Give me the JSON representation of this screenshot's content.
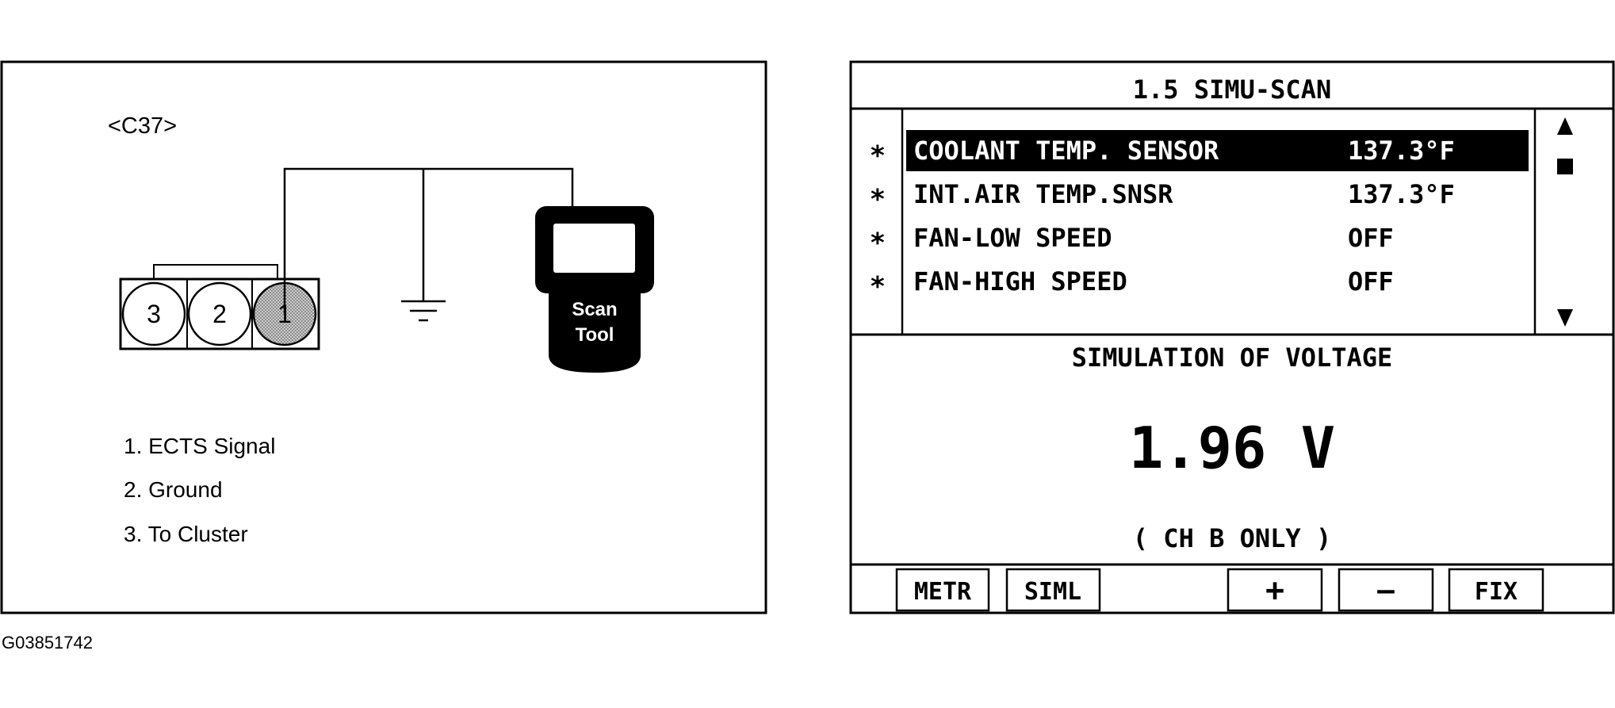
{
  "connector": {
    "code": "<C37>",
    "pins": [
      "3",
      "2",
      "1"
    ],
    "legend": [
      "1. ECTS Signal",
      "2. Ground",
      "3. To Cluster"
    ],
    "scan_tool_label_line1": "Scan",
    "scan_tool_label_line2": "Tool"
  },
  "figure_id": "G03851742",
  "scanner": {
    "title": "1.5 SIMU-SCAN",
    "rows": [
      {
        "marker": "∗",
        "label": "COOLANT TEMP. SENSOR",
        "value": "137.3°F",
        "selected": true
      },
      {
        "marker": "∗",
        "label": "INT.AIR TEMP.SNSR",
        "value": "137.3°F",
        "selected": false
      },
      {
        "marker": "∗",
        "label": "FAN-LOW SPEED",
        "value": "OFF",
        "selected": false
      },
      {
        "marker": "∗",
        "label": "FAN-HIGH SPEED",
        "value": "OFF",
        "selected": false
      }
    ],
    "section_title": "SIMULATION OF VOLTAGE",
    "voltage": "1.96 V",
    "channel_note": "( CH B ONLY )",
    "softkeys": [
      "METR",
      "SIML",
      "+",
      "—",
      "FIX"
    ],
    "scroll_up_icon": "triangle-up",
    "scroll_thumb_icon": "square",
    "scroll_down_icon": "triangle-down"
  },
  "colors": {
    "line": "#000000",
    "background": "#ffffff",
    "pin1_fill": "#b8b8b8"
  }
}
